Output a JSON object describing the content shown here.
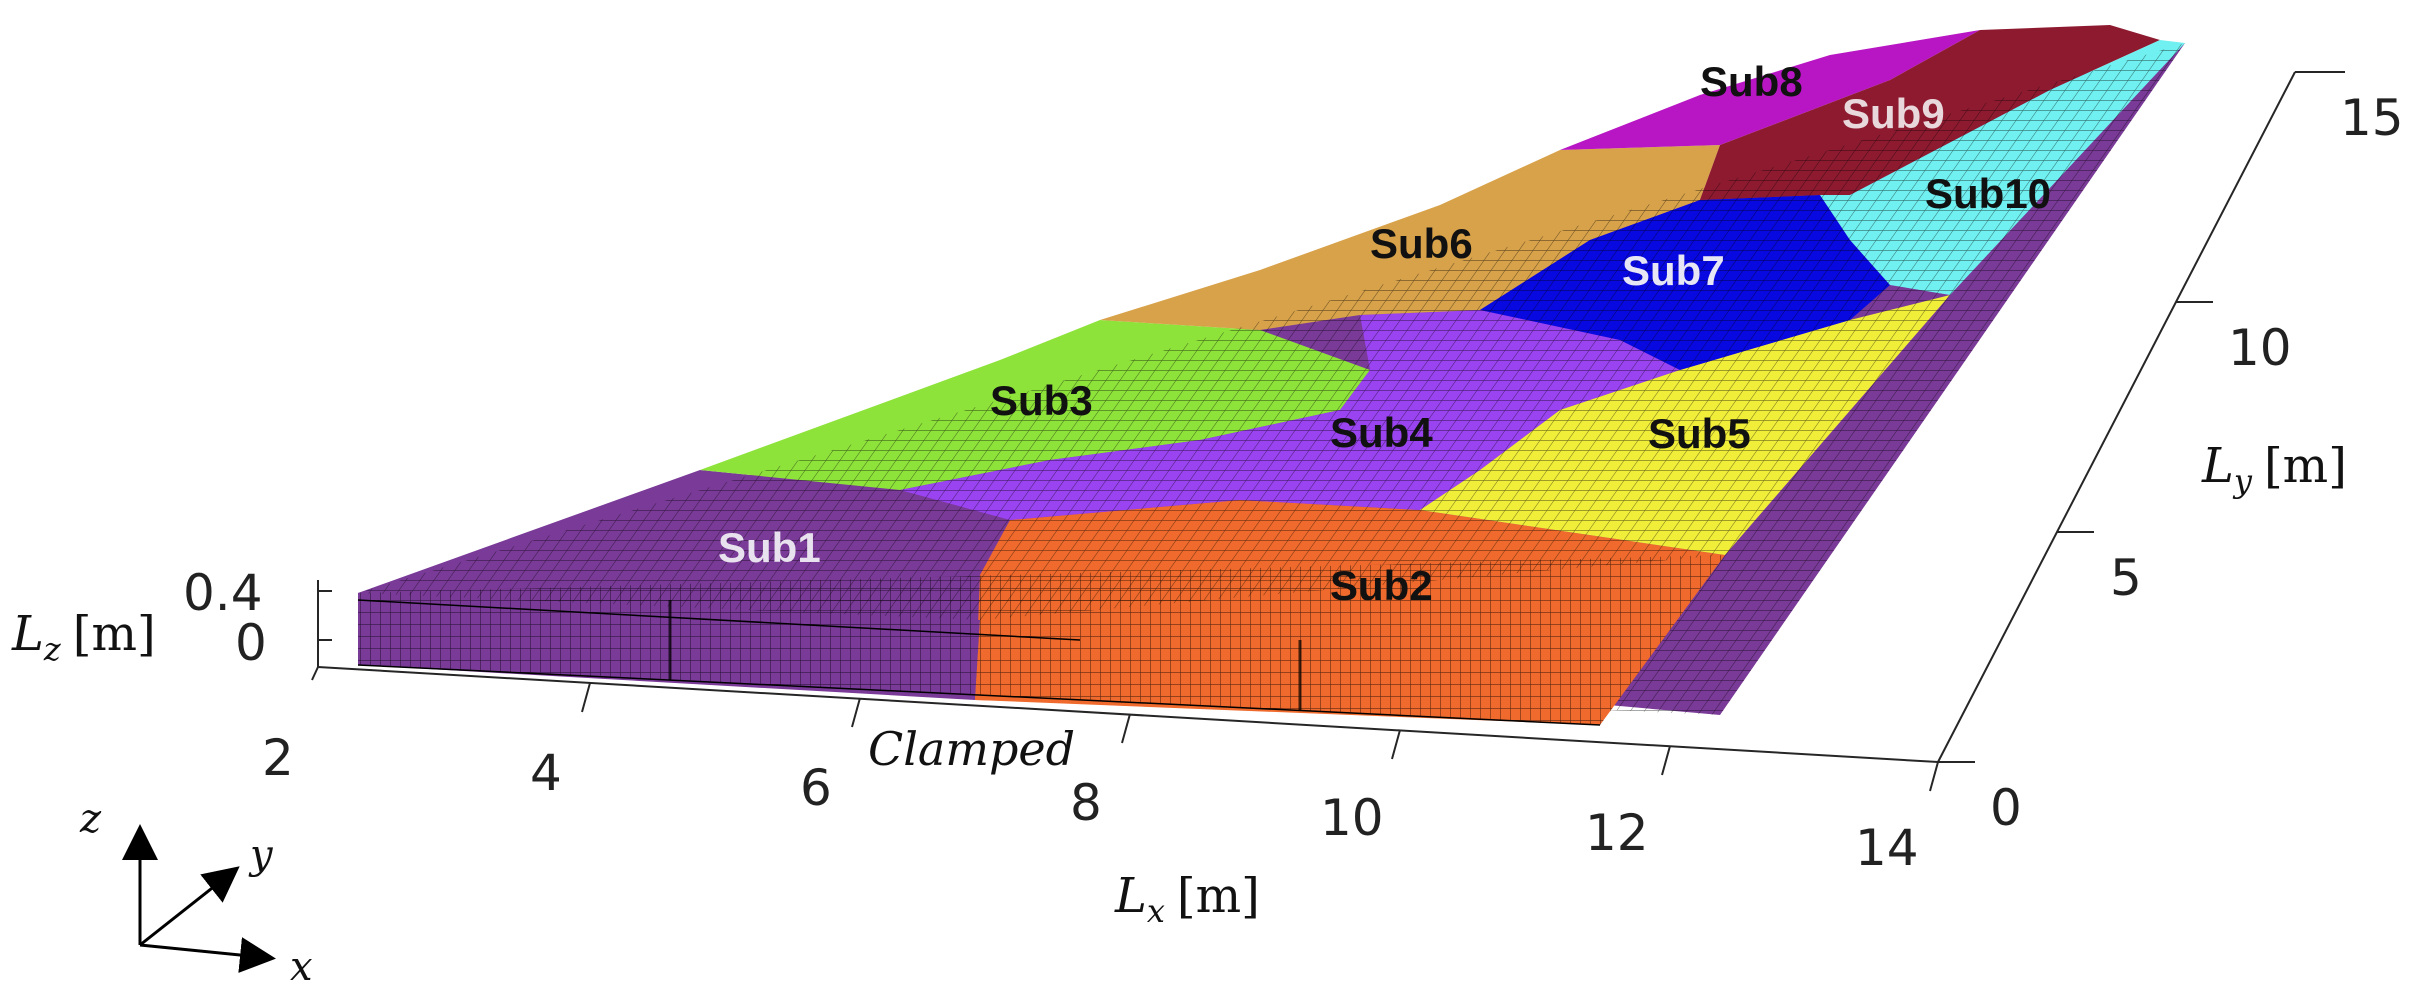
{
  "axes": {
    "x": {
      "symbol": "L",
      "subscript": "x",
      "unit": "[m]",
      "ticks": [
        "2",
        "4",
        "6",
        "8",
        "10",
        "12",
        "14"
      ]
    },
    "y": {
      "symbol": "L",
      "subscript": "y",
      "unit": "[m]",
      "ticks": [
        "0",
        "5",
        "10",
        "15"
      ]
    },
    "z": {
      "symbol": "L",
      "subscript": "z",
      "unit": "[m]",
      "ticks": [
        "0.4",
        "0"
      ]
    }
  },
  "boundary_label": "Clamped",
  "subdomains": [
    {
      "label": "Sub1",
      "color": "#7a3a98",
      "text_color": "#e8e2ee"
    },
    {
      "label": "Sub2",
      "color": "#ef6a2c",
      "text_color": "#111111"
    },
    {
      "label": "Sub3",
      "color": "#8ee33b",
      "text_color": "#111111"
    },
    {
      "label": "Sub4",
      "color": "#9a43f0",
      "text_color": "#111111"
    },
    {
      "label": "Sub5",
      "color": "#f1ee3a",
      "text_color": "#111111"
    },
    {
      "label": "Sub6",
      "color": "#d8a24a",
      "text_color": "#111111"
    },
    {
      "label": "Sub7",
      "color": "#0808e0",
      "text_color": "#e6e6f5"
    },
    {
      "label": "Sub8",
      "color": "#b816c4",
      "text_color": "#111111"
    },
    {
      "label": "Sub9",
      "color": "#8e1a30",
      "text_color": "#e8d8dc"
    },
    {
      "label": "Sub10",
      "color": "#70f0f0",
      "text_color": "#111111"
    }
  ],
  "triad": {
    "x": "x",
    "y": "y",
    "z": "z"
  }
}
